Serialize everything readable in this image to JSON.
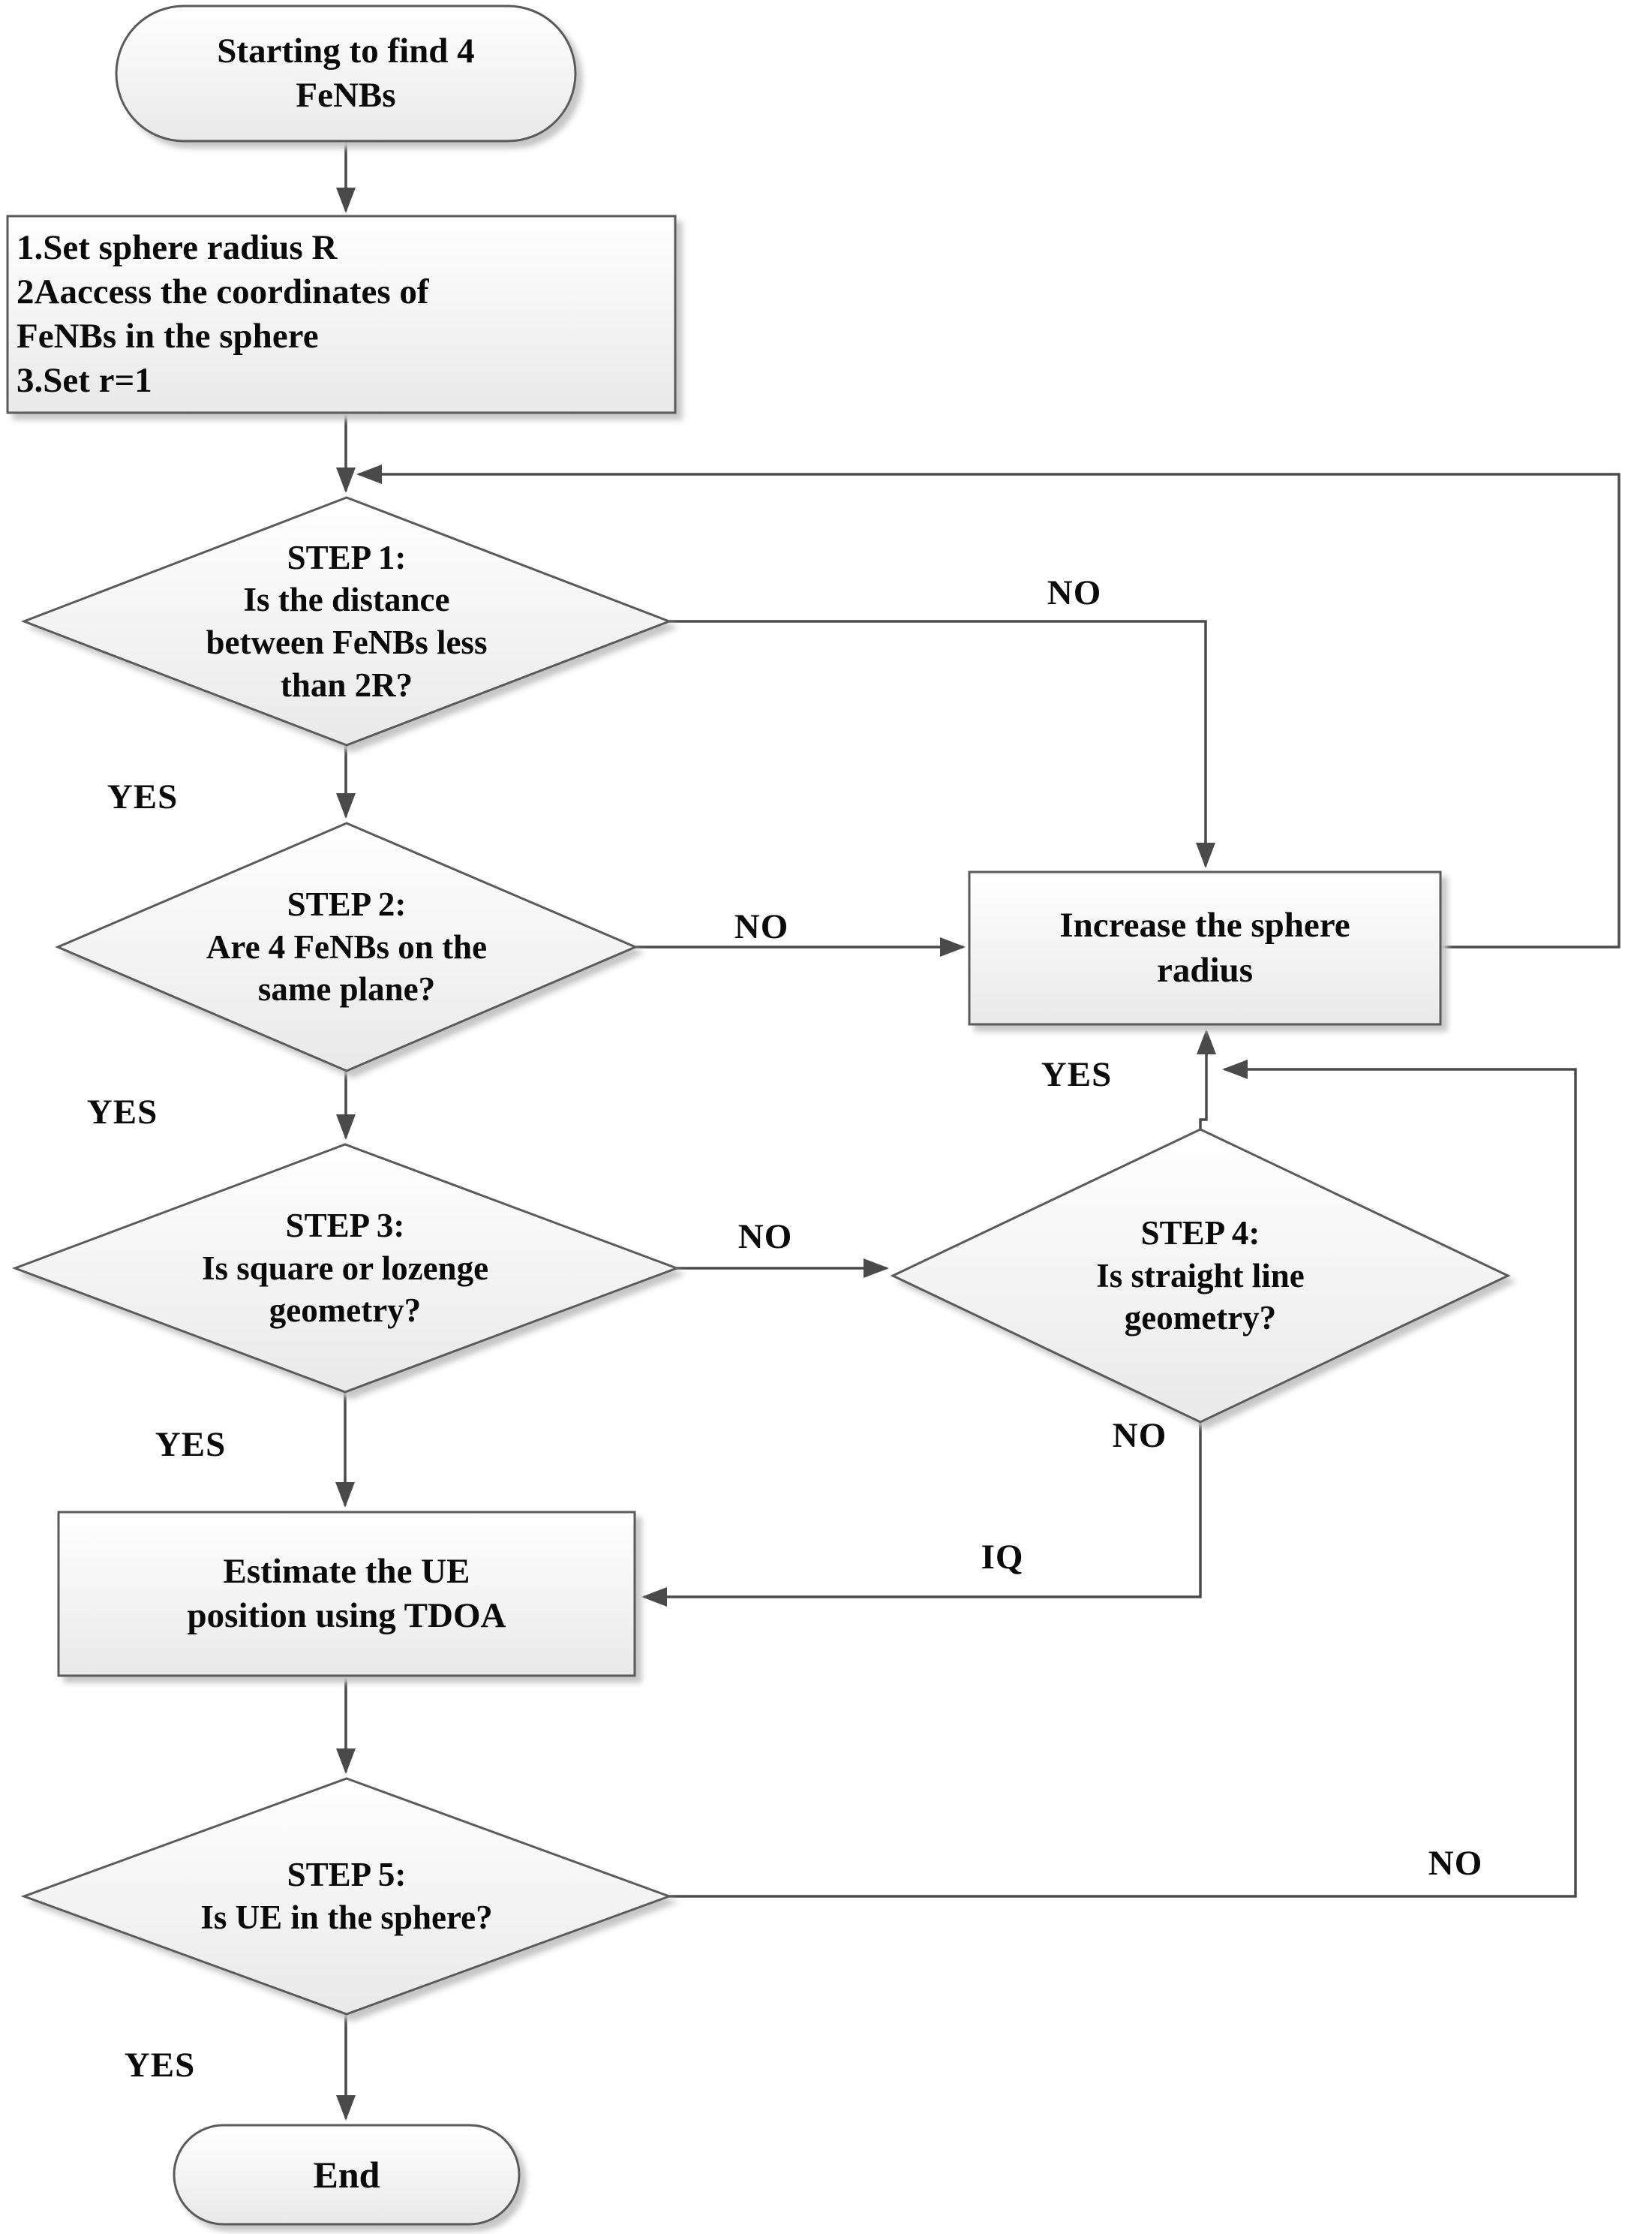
{
  "diagram": {
    "type": "flowchart",
    "description": "Algorithm flowchart for finding 4 FeNBs and estimating UE position using TDOA"
  },
  "colors": {
    "shape_stroke": "#5a5a5a",
    "connector": "#4a4a4a",
    "shape_fill_top": "#ffffff",
    "shape_fill_bottom": "#e9e9e9",
    "text": "#0a0a0a"
  },
  "nodes": {
    "start": {
      "shape": "terminator",
      "label": "Starting to find 4 FeNBs",
      "lines": [
        "Starting to find 4",
        "FeNBs"
      ]
    },
    "init": {
      "shape": "process",
      "label": "1.Set sphere radius R 2Aaccess the coordinates of FeNBs in the sphere 3.Set r=1",
      "lines": [
        "1.Set sphere radius R",
        "2Aaccess the coordinates of",
        "FeNBs in the sphere",
        "3.Set r=1"
      ]
    },
    "step1": {
      "shape": "decision",
      "label": "STEP 1: Is the distance between FeNBs less than 2R?",
      "lines": [
        "STEP 1:",
        "Is the distance",
        "between FeNBs less",
        "than 2R?"
      ]
    },
    "step2": {
      "shape": "decision",
      "label": "STEP 2: Are 4 FeNBs on the same plane?",
      "lines": [
        "STEP 2:",
        "Are 4 FeNBs on the",
        "same plane?"
      ]
    },
    "step3": {
      "shape": "decision",
      "label": "STEP 3: Is square or lozenge geometry?",
      "lines": [
        "STEP 3:",
        "Is square or lozenge",
        "geometry?"
      ]
    },
    "step4": {
      "shape": "decision",
      "label": "STEP 4: Is straight line geometry?",
      "lines": [
        "STEP 4:",
        "Is straight line",
        "geometry?"
      ]
    },
    "increase": {
      "shape": "process",
      "label": "Increase the sphere radius",
      "lines": [
        "Increase the sphere",
        "radius"
      ]
    },
    "tdoa": {
      "shape": "process",
      "label": "Estimate the UE position using TDOA",
      "lines": [
        "Estimate the UE",
        "position using TDOA"
      ]
    },
    "step5": {
      "shape": "decision",
      "label": "STEP 5: Is UE in the sphere?",
      "lines": [
        "STEP 5:",
        "Is UE in the sphere?"
      ]
    },
    "end": {
      "shape": "terminator",
      "label": "End",
      "lines": [
        "End"
      ]
    }
  },
  "edge_labels": {
    "step1_no": "NO",
    "step1_yes": "YES",
    "step2_no": "NO",
    "step2_yes": "YES",
    "step3_no": "NO",
    "step3_yes": "YES",
    "step4_yes": "YES",
    "step4_no": "NO",
    "step4_iq": "IQ",
    "step5_no": "NO",
    "step5_yes": "YES"
  },
  "edges": [
    {
      "from": "start",
      "to": "init",
      "label": ""
    },
    {
      "from": "init",
      "to": "step1",
      "label": ""
    },
    {
      "from": "step1",
      "to": "increase",
      "label": "NO"
    },
    {
      "from": "step1",
      "to": "step2",
      "label": "YES"
    },
    {
      "from": "step2",
      "to": "increase",
      "label": "NO"
    },
    {
      "from": "step2",
      "to": "step3",
      "label": "YES"
    },
    {
      "from": "step3",
      "to": "step4",
      "label": "NO"
    },
    {
      "from": "step3",
      "to": "tdoa",
      "label": "YES"
    },
    {
      "from": "step4",
      "to": "increase",
      "label": "YES"
    },
    {
      "from": "step4",
      "to": "tdoa",
      "labels": [
        "NO",
        "IQ"
      ]
    },
    {
      "from": "tdoa",
      "to": "step5",
      "label": ""
    },
    {
      "from": "step5",
      "to": "increase",
      "label": "NO"
    },
    {
      "from": "step5",
      "to": "end",
      "label": "YES"
    },
    {
      "from": "increase",
      "to": "step1",
      "label": ""
    }
  ]
}
